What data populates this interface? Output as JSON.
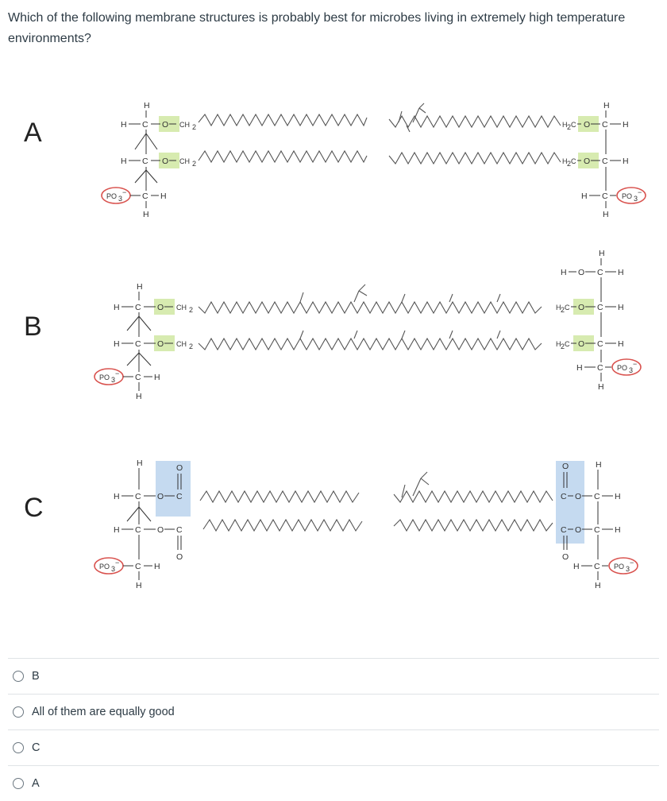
{
  "question": {
    "text": "Which of the following membrane structures is probably best for microbes living in extremely high temperature environments?"
  },
  "diagram": {
    "option_labels": [
      "A",
      "B",
      "C"
    ],
    "chem": {
      "H": "H",
      "C": "C",
      "O": "O",
      "CH2": "CH",
      "H2C_left": "H",
      "H2C_c": "C",
      "sub2": "2",
      "PO": "PO",
      "sub3": "3",
      "sup_minus": "−",
      "dash": "—"
    }
  },
  "colors": {
    "ether_green": "#d7ebb0",
    "ester_blue": "#c5daf0",
    "phosphate_ring": "#d9534f",
    "chain": "#555555"
  },
  "answers": [
    {
      "label": "B"
    },
    {
      "label": "All of them are equally good"
    },
    {
      "label": "C"
    },
    {
      "label": "A"
    }
  ]
}
